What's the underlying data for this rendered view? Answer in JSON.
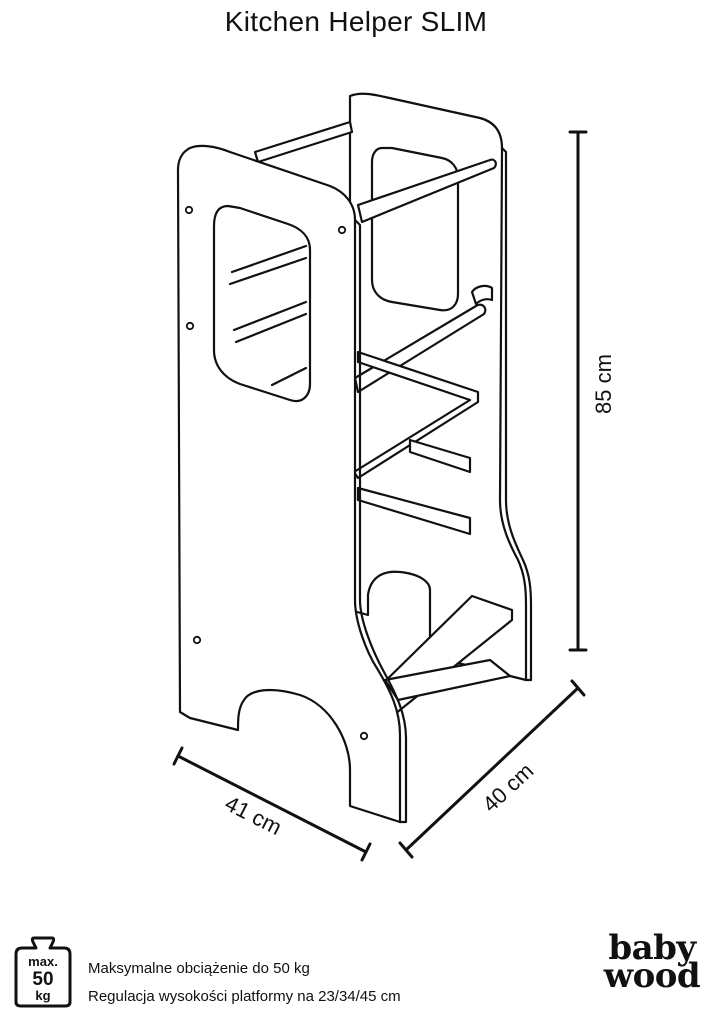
{
  "title": "Kitchen Helper SLIM",
  "dimensions": {
    "height": "85 cm",
    "width": "41 cm",
    "depth": "40 cm"
  },
  "weight_badge": {
    "line1": "max.",
    "line2": "50",
    "line3": "kg"
  },
  "footer": {
    "max_load": "Maksymalne obciążenie do 50 kg",
    "platform_adjust": "Regulacja wysokości platformy na 23/34/45 cm"
  },
  "logo": {
    "line1": "baby",
    "line2": "wood"
  }
}
